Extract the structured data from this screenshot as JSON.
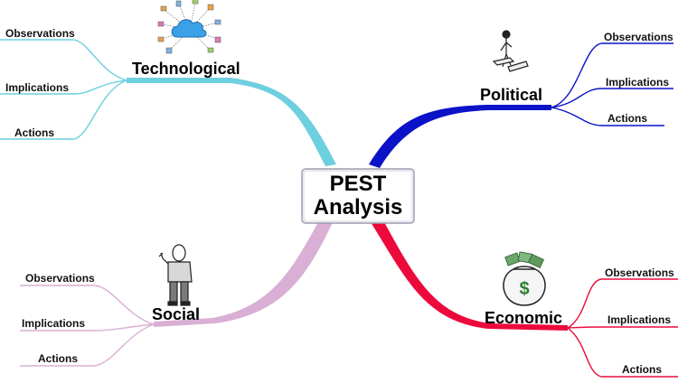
{
  "center": {
    "line1": "PEST",
    "line2": "Analysis"
  },
  "branches": {
    "technological": {
      "label": "Technological",
      "color": "#6ecfe0",
      "icon": "cloud-network-icon",
      "items": [
        "Observations",
        "Implications",
        "Actions"
      ]
    },
    "political": {
      "label": "Political",
      "color": "#0b12c8",
      "icon": "signpost-figure-icon",
      "items": [
        "Observations",
        "Implications",
        "Actions"
      ]
    },
    "social": {
      "label": "Social",
      "color": "#d9afd6",
      "icon": "thumbs-up-person-icon",
      "items": [
        "Observations",
        "Implications",
        "Actions"
      ]
    },
    "economic": {
      "label": "Economic",
      "color": "#ec0a3c",
      "icon": "money-bag-icon",
      "items": [
        "Observations",
        "Implications",
        "Actions"
      ]
    }
  }
}
